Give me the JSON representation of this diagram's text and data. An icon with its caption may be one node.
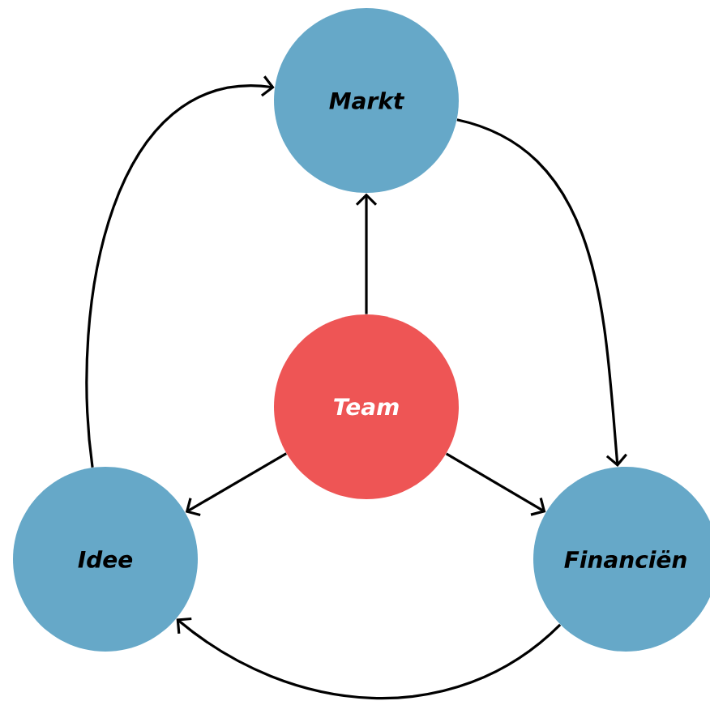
{
  "diagram": {
    "nodes": [
      {
        "text": [
          "Markt"
        ]
      },
      {
        "text": [
          "Team"
        ]
      },
      {
        "text": [
          "Idee"
        ]
      },
      {
        "text": [
          "Financiën"
        ]
      }
    ],
    "edges": [
      {
        "from": 1,
        "to": 0,
        "arrow": "to"
      },
      {
        "from": 1,
        "to": 2,
        "arrow": "to"
      },
      {
        "from": 1,
        "to": 3,
        "arrow": "to"
      },
      {
        "from": 0,
        "to": 3,
        "arrow": "to"
      },
      {
        "from": 3,
        "to": 2,
        "arrow": "to"
      },
      {
        "from": 2,
        "to": 0,
        "arrow": "to"
      }
    ]
  }
}
